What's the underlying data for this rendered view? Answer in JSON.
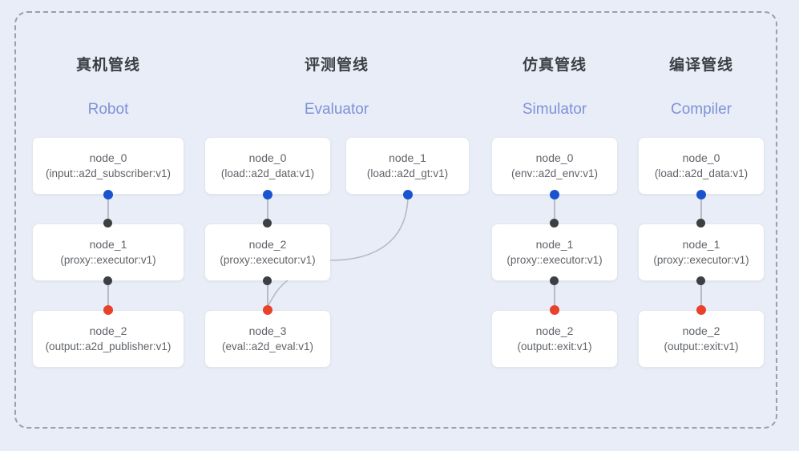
{
  "diagram": {
    "title_visible": false,
    "frame": {
      "style": "dashed-rounded-rectangle"
    },
    "colors": {
      "background": "#e9edf8",
      "frame_border": "#9aa0a6",
      "node_bg": "#ffffff",
      "node_border": "#e3e6ec",
      "node_text": "#5f6368",
      "header_text": "#3c4043",
      "subtitle_text": "#7d93d6",
      "port_input": "#3c4043",
      "port_output_blue": "#1a53d0",
      "port_output_red": "#e8412c",
      "edge": "#b6bbc6"
    },
    "columns": [
      {
        "id": "robot",
        "header": "真机管线",
        "subtitle": "Robot",
        "nodes": [
          {
            "name": "node_0",
            "type": "(input::a2d_subscriber:v1)"
          },
          {
            "name": "node_1",
            "type": "(proxy::executor:v1)"
          },
          {
            "name": "node_2",
            "type": "(output::a2d_publisher:v1)"
          }
        ]
      },
      {
        "id": "evaluator",
        "header": "评测管线",
        "subtitle": "Evaluator",
        "nodes": [
          {
            "name": "node_0",
            "type": "(load::a2d_data:v1)"
          },
          {
            "name": "node_2",
            "type": "(proxy::executor:v1)"
          },
          {
            "name": "node_3",
            "type": "(eval::a2d_eval:v1)"
          }
        ],
        "side_nodes": [
          {
            "name": "node_1",
            "type": "(load::a2d_gt:v1)"
          }
        ]
      },
      {
        "id": "simulator",
        "header": "仿真管线",
        "subtitle": "Simulator",
        "nodes": [
          {
            "name": "node_0",
            "type": "(env::a2d_env:v1)"
          },
          {
            "name": "node_1",
            "type": "(proxy::executor:v1)"
          },
          {
            "name": "node_2",
            "type": "(output::exit:v1)"
          }
        ]
      },
      {
        "id": "compiler",
        "header": "编译管线",
        "subtitle": "Compiler",
        "nodes": [
          {
            "name": "node_0",
            "type": "(load::a2d_data:v1)"
          },
          {
            "name": "node_1",
            "type": "(proxy::executor:v1)"
          },
          {
            "name": "node_2",
            "type": "(output::exit:v1)"
          }
        ]
      }
    ]
  }
}
